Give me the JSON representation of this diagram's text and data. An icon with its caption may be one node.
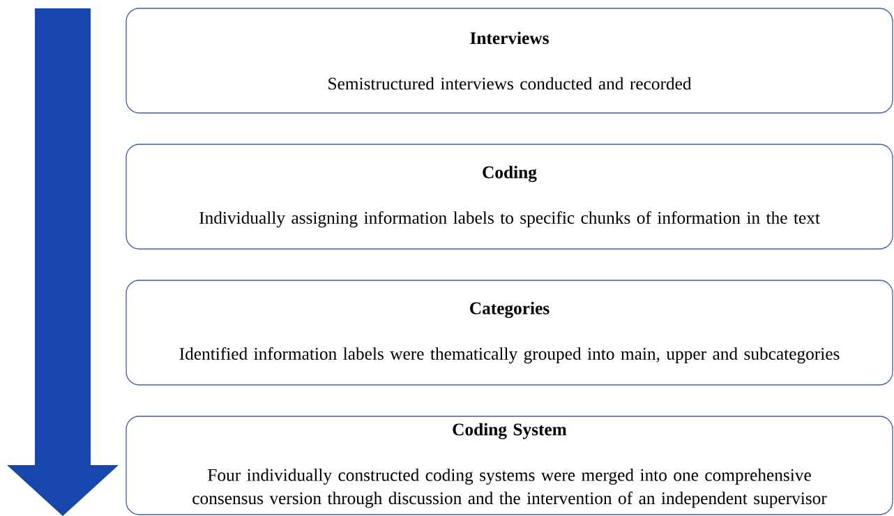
{
  "diagram": {
    "nodes": [
      {
        "text": [
          "Interviews",
          "Semistructured interviews conducted and recorded"
        ]
      },
      {
        "text": [
          "Coding",
          "Individually assigning information labels to specific chunks of information in the text"
        ]
      },
      {
        "text": [
          "Categories",
          "Identified information labels were thematically grouped into main, upper and subcategories"
        ]
      },
      {
        "text": [
          "Coding System",
          "Four individually constructed coding systems were merged into one comprehensive consensus version through discussion and the intervention of an independent supervisor"
        ]
      }
    ]
  }
}
